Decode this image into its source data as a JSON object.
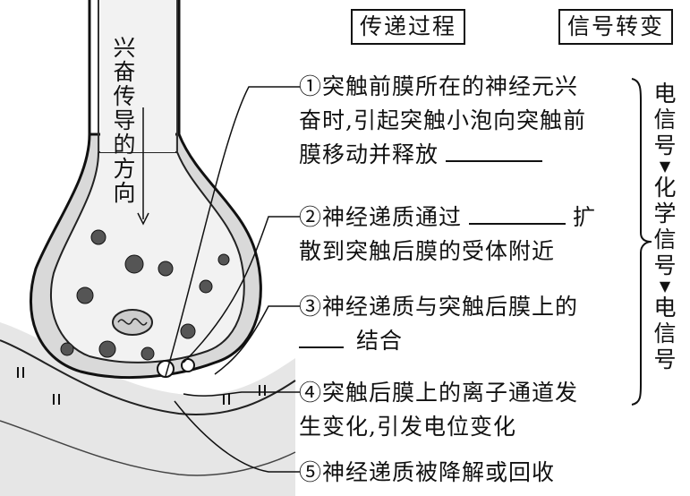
{
  "headers": {
    "process": "传递过程",
    "signal": "信号转变"
  },
  "direction_label": [
    "兴",
    "奋",
    "传",
    "导",
    "的",
    "方",
    "向"
  ],
  "steps": {
    "s1_l1": "①突触前膜所在的神经元兴",
    "s1_l2": "奋时,引起突触小泡向突触前",
    "s1_l3": "膜移动并释放",
    "s2_l1a": "②神经递质通过",
    "s2_l1b": "扩",
    "s2_l2": "散到突触后膜的受体附近",
    "s3_l1": "③神经递质与突触后膜上的",
    "s3_l2": "结合",
    "s4_l1": "④突触后膜上的离子通道发",
    "s4_l2": "生变化,引发电位变化",
    "s5": "⑤神经递质被降解或回收"
  },
  "signal_chain": {
    "electric1": [
      "电",
      "信",
      "号"
    ],
    "chemical": [
      "化",
      "学",
      "信",
      "号"
    ],
    "electric2": [
      "电",
      "信",
      "号"
    ]
  }
}
